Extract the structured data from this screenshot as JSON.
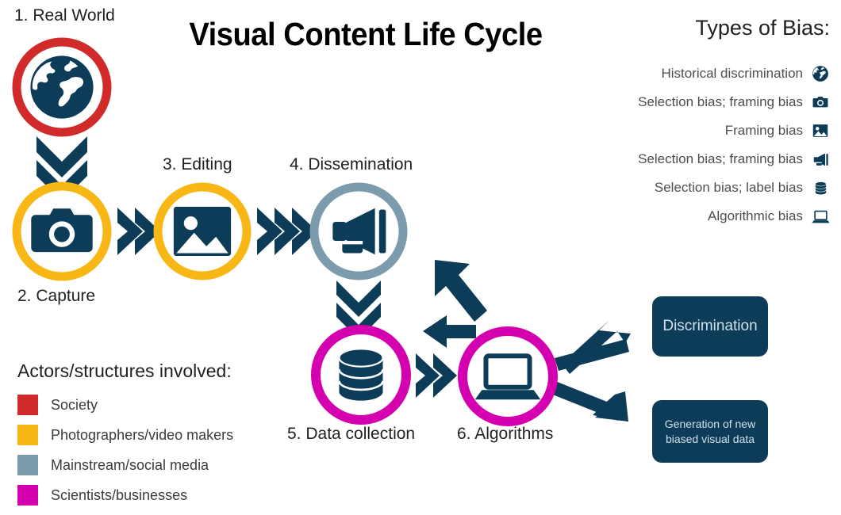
{
  "title": "Visual Content Life Cycle",
  "colors": {
    "navy": "#0d3c59",
    "red": "#d12a2a",
    "amber": "#f9b715",
    "slate": "#7c9cae",
    "magenta": "#d400b0",
    "box_fill": "#0d3c59",
    "box_text": "#cfe0ea",
    "background": "#ffffff"
  },
  "nodes": [
    {
      "id": "real-world",
      "label": "1. Real World",
      "icon": "globe-icon",
      "ring": "#d12a2a",
      "label_pos": "top"
    },
    {
      "id": "capture",
      "label": "2. Capture",
      "icon": "camera-icon",
      "ring": "#f9b715",
      "label_pos": "bottom"
    },
    {
      "id": "editing",
      "label": "3. Editing",
      "icon": "image-icon",
      "ring": "#f9b715",
      "label_pos": "top"
    },
    {
      "id": "dissemination",
      "label": "4. Dissemination",
      "icon": "megaphone-icon",
      "ring": "#7c9cae",
      "label_pos": "top"
    },
    {
      "id": "data-collection",
      "label": "5. Data collection",
      "icon": "database-icon",
      "ring": "#d400b0",
      "label_pos": "bottom"
    },
    {
      "id": "algorithms",
      "label": "6. Algorithms",
      "icon": "laptop-icon",
      "ring": "#d400b0",
      "label_pos": "bottom"
    }
  ],
  "bias_legend": {
    "title": "Types of Bias:",
    "items": [
      {
        "label": "Historical discrimination",
        "icon": "globe-icon"
      },
      {
        "label": "Selection bias; framing bias",
        "icon": "camera-icon"
      },
      {
        "label": "Framing bias",
        "icon": "image-icon"
      },
      {
        "label": "Selection bias; framing bias",
        "icon": "megaphone-icon"
      },
      {
        "label": "Selection bias; label bias",
        "icon": "database-icon"
      },
      {
        "label": "Algorithmic bias",
        "icon": "laptop-icon"
      }
    ]
  },
  "actors_legend": {
    "title": "Actors/structures involved:",
    "items": [
      {
        "label": "Society",
        "color": "#d12a2a"
      },
      {
        "label": "Photographers/video makers",
        "color": "#f9b715"
      },
      {
        "label": "Mainstream/social media",
        "color": "#7c9cae"
      },
      {
        "label": "Scientists/businesses",
        "color": "#d400b0"
      }
    ]
  },
  "outcomes": [
    {
      "id": "discrimination",
      "line1": "Discrimination"
    },
    {
      "id": "generation",
      "line1": "Generation of new",
      "line2": "biased visual data"
    }
  ]
}
